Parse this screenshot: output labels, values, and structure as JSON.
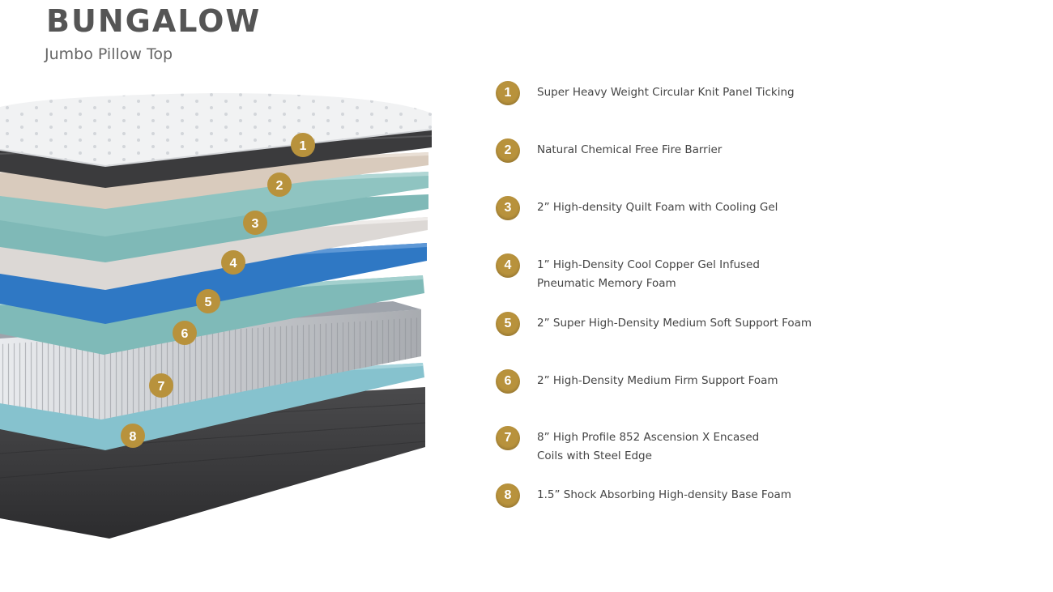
{
  "header": {
    "title": "BUNGALOW",
    "subtitle": "Jumbo Pillow Top"
  },
  "colors": {
    "badge_gold": "#b8923c",
    "cover_white": "#f1f2f3",
    "ticking_dark": "#3b3b3d",
    "fire_barrier_beige": "#d9cbbd",
    "quilt_foam_teal": "#8fc4c1",
    "copper_foam_grey": "#dcd8d5",
    "memory_foam_blue": "#2f78c4",
    "support_foam_mint": "#7fbab8",
    "coils_grey": "#c6c8cc",
    "base_foam_teal": "#86c2ce",
    "base_dark": "#3a3a3c"
  },
  "layers": [
    {
      "number": "1",
      "label": "Super Heavy Weight Circular Knit Panel Ticking"
    },
    {
      "number": "2",
      "label": "Natural Chemical Free Fire Barrier"
    },
    {
      "number": "3",
      "label": "2” High-density Quilt Foam with Cooling Gel"
    },
    {
      "number": "4",
      "label": "1” High-Density Cool Copper Gel Infused\nPneumatic Memory Foam"
    },
    {
      "number": "5",
      "label": "2” Super High-Density Medium Soft Support Foam"
    },
    {
      "number": "6",
      "label": "2” High-Density Medium Firm Support Foam"
    },
    {
      "number": "7",
      "label": "8” High Profile 852 Ascension X Encased\nCoils with Steel Edge"
    },
    {
      "number": "8",
      "label": "1.5” Shock Absorbing High-density Base Foam"
    }
  ]
}
